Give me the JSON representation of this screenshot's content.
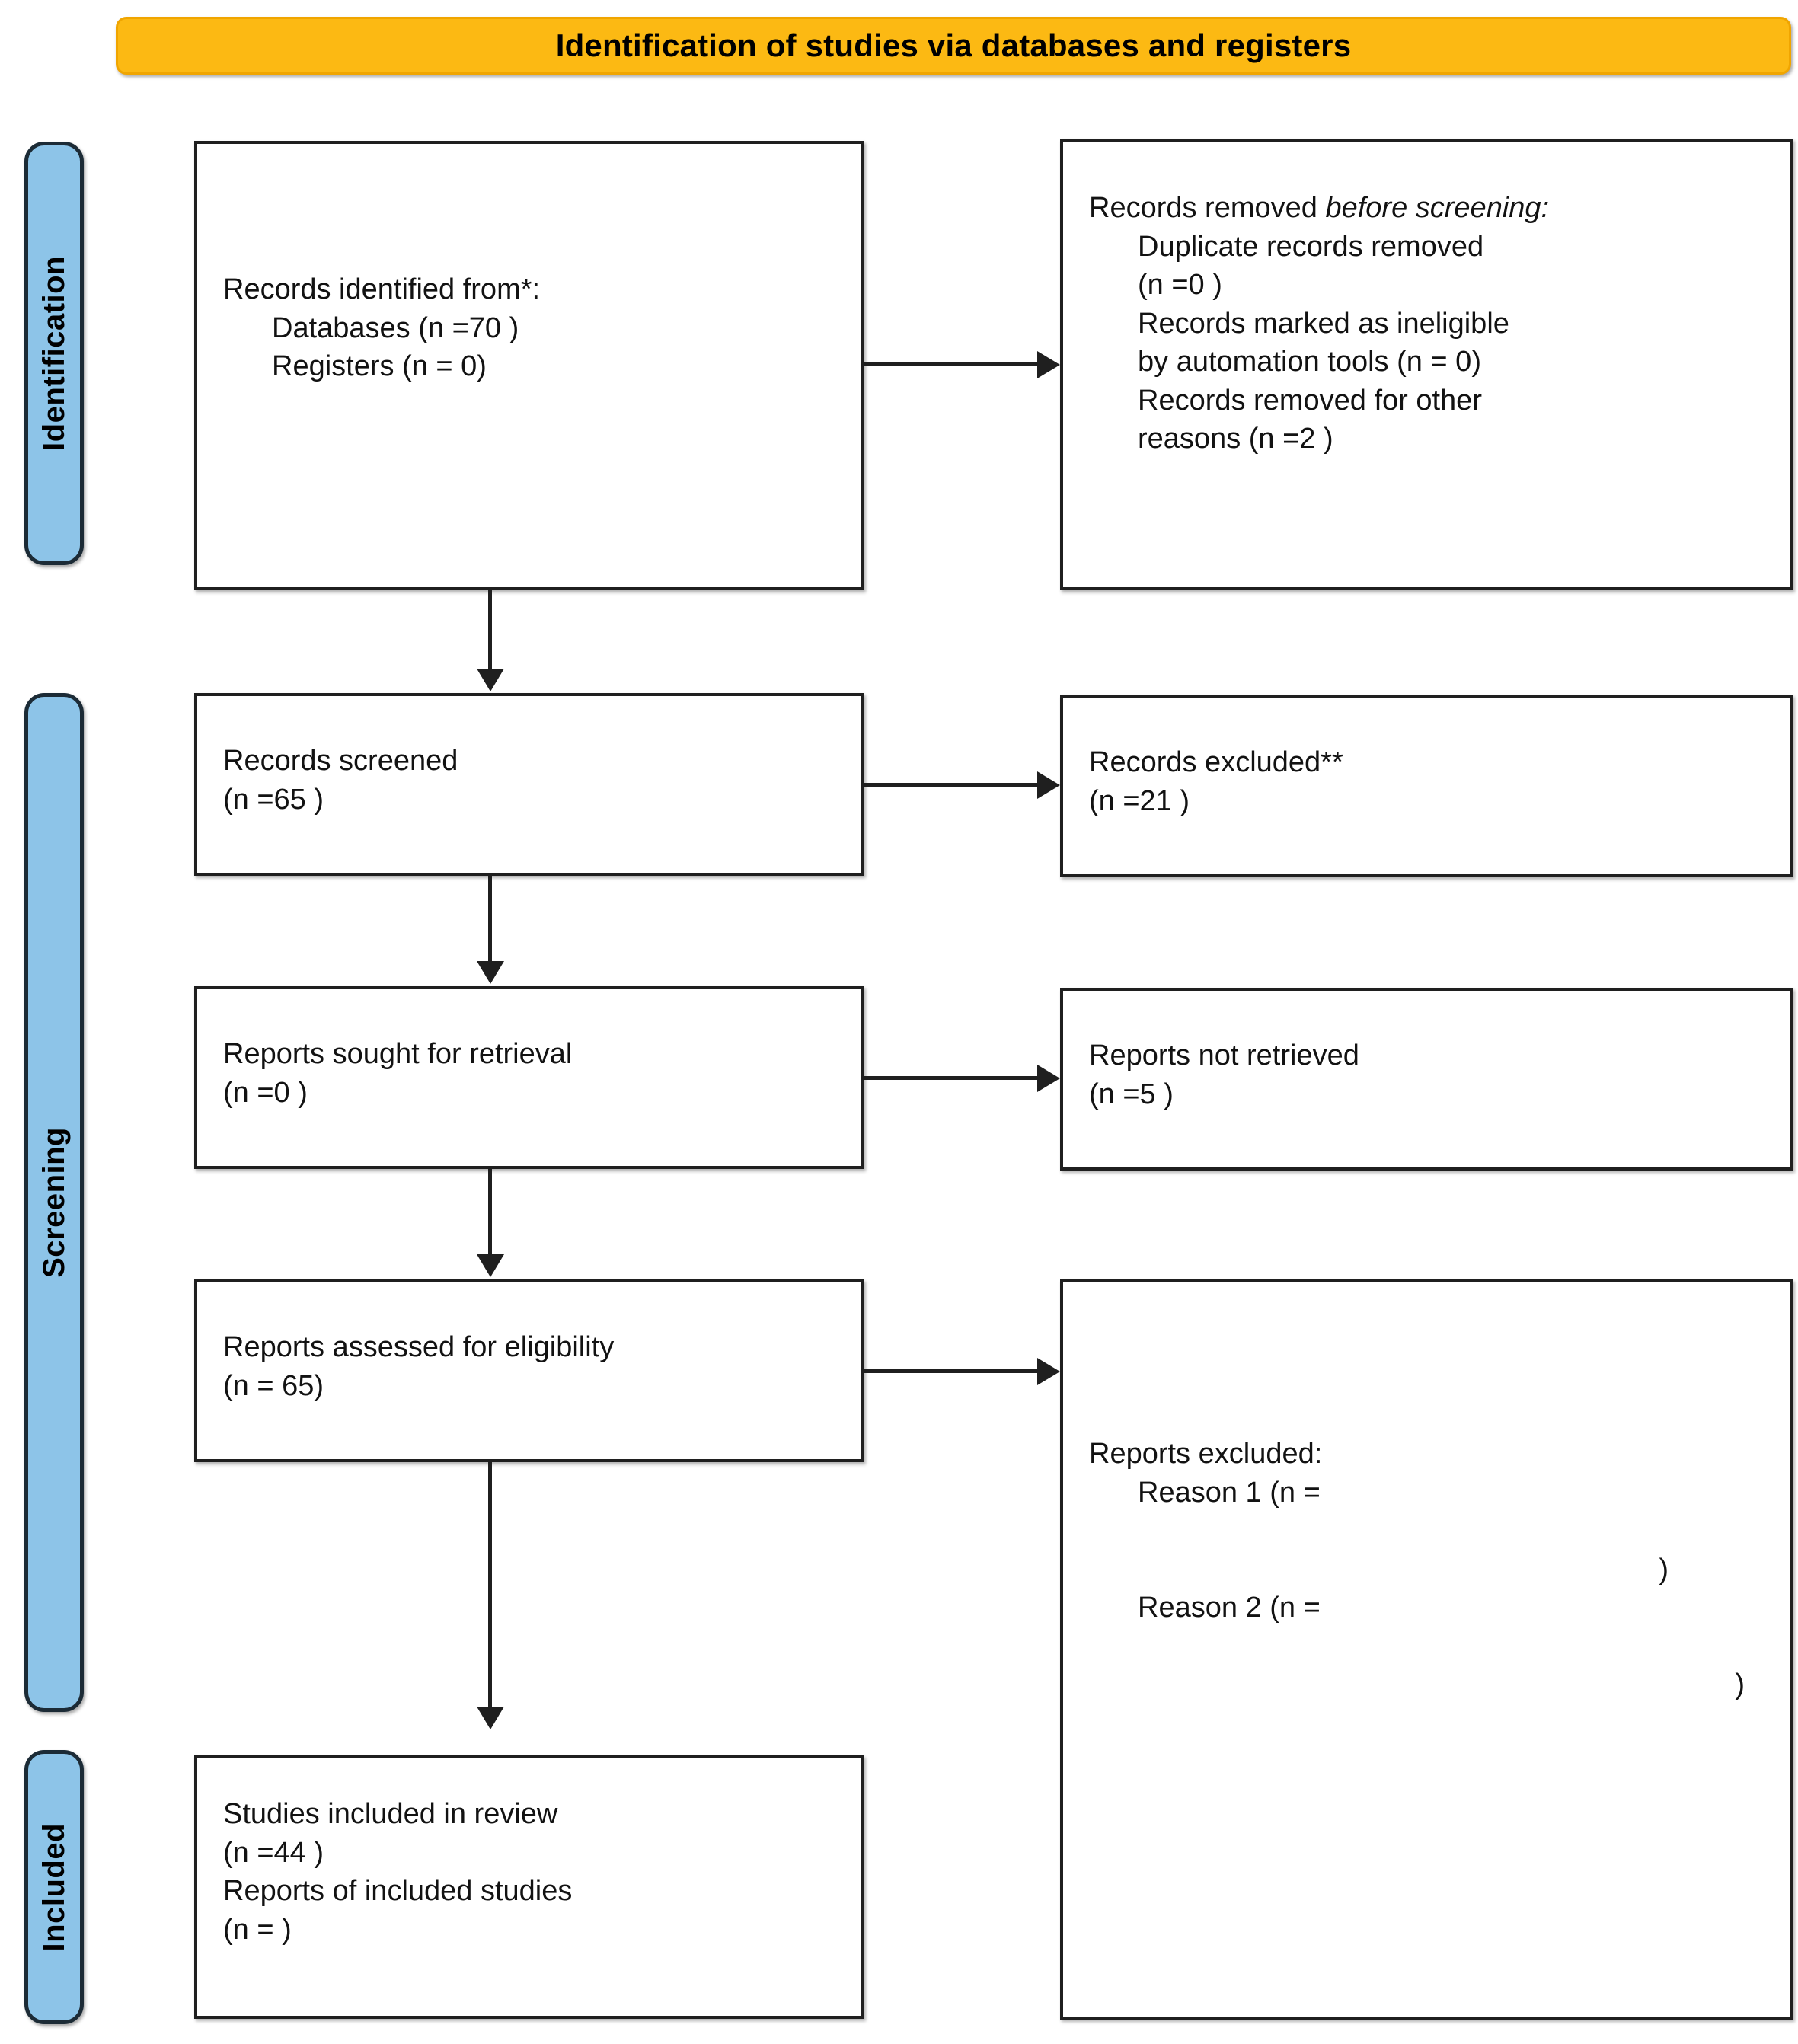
{
  "banner": {
    "title": "Identification of studies via databases and registers"
  },
  "rails": [
    {
      "id": "identification",
      "label": "Identification"
    },
    {
      "id": "screening",
      "label": "Screening"
    },
    {
      "id": "included",
      "label": "Included"
    }
  ],
  "boxes": {
    "identified": {
      "title": "Records identified from*:",
      "line_databases": "Databases (n =70 )",
      "line_registers": "Registers (n = 0)"
    },
    "removed": {
      "title_lead": "Records removed ",
      "title_italic": "before screening:",
      "line_duplicate": "Duplicate records removed",
      "line_duplicate_n": "(n =0 )",
      "line_ineligible": "Records marked as ineligible",
      "line_ineligible_n": "by automation tools (n = 0)",
      "line_other": "Records removed for other",
      "line_other_n": "reasons (n =2 )"
    },
    "screened": {
      "title": "Records screened",
      "count": "(n =65 )"
    },
    "excluded": {
      "title": "Records excluded**",
      "count": "(n =21 )"
    },
    "sought": {
      "title": "Reports sought for retrieval",
      "count": "(n =0 )"
    },
    "not_retrieved": {
      "title": "Reports not retrieved",
      "count": "(n =5 )"
    },
    "assessed": {
      "title": "Reports assessed for eligibility",
      "count": "(n = 65)"
    },
    "reports_excluded": {
      "title": "Reports excluded:",
      "reason1": "Reason 1 (n =",
      "reason1_close": ")",
      "reason2": "Reason 2 (n =",
      "reason2_close": ")"
    },
    "included": {
      "title": "Studies included in review",
      "count": "(n =44 )",
      "reports_title": "Reports of included studies",
      "reports_count": "(n = )"
    }
  },
  "colors": {
    "banner_fill": "#fcb913",
    "rail_fill": "#8dc4e8",
    "rail_border": "#1c2b36",
    "box_border": "#1f1f1f",
    "text": "#121212"
  },
  "chart_data": {
    "type": "diagram",
    "title": "PRISMA 2020 flow diagram",
    "nodes": [
      {
        "id": "identified",
        "stage": "Identification",
        "label": "Records identified from*",
        "values": {
          "Databases": 70,
          "Registers": 0
        }
      },
      {
        "id": "removed",
        "stage": "Identification",
        "label": "Records removed before screening",
        "values": {
          "Duplicate records removed": 0,
          "Records marked as ineligible by automation tools": 0,
          "Records removed for other reasons": 2
        }
      },
      {
        "id": "screened",
        "stage": "Screening",
        "label": "Records screened",
        "n": 65
      },
      {
        "id": "excluded",
        "stage": "Screening",
        "label": "Records excluded**",
        "n": 21
      },
      {
        "id": "sought",
        "stage": "Screening",
        "label": "Reports sought for retrieval",
        "n": 0
      },
      {
        "id": "not_retrieved",
        "stage": "Screening",
        "label": "Reports not retrieved",
        "n": 5
      },
      {
        "id": "assessed",
        "stage": "Screening",
        "label": "Reports assessed for eligibility",
        "n": 65
      },
      {
        "id": "reports_excluded",
        "stage": "Screening",
        "label": "Reports excluded",
        "values": {
          "Reason 1": null,
          "Reason 2": null
        }
      },
      {
        "id": "included",
        "stage": "Included",
        "label": "Studies included in review",
        "n": 44,
        "reports_of_included_studies": null
      }
    ],
    "edges": [
      {
        "from": "identified",
        "to": "removed",
        "direction": "right"
      },
      {
        "from": "identified",
        "to": "screened",
        "direction": "down"
      },
      {
        "from": "screened",
        "to": "excluded",
        "direction": "right"
      },
      {
        "from": "screened",
        "to": "sought",
        "direction": "down"
      },
      {
        "from": "sought",
        "to": "not_retrieved",
        "direction": "right"
      },
      {
        "from": "sought",
        "to": "assessed",
        "direction": "down"
      },
      {
        "from": "assessed",
        "to": "reports_excluded",
        "direction": "right"
      },
      {
        "from": "assessed",
        "to": "included",
        "direction": "down"
      }
    ]
  }
}
